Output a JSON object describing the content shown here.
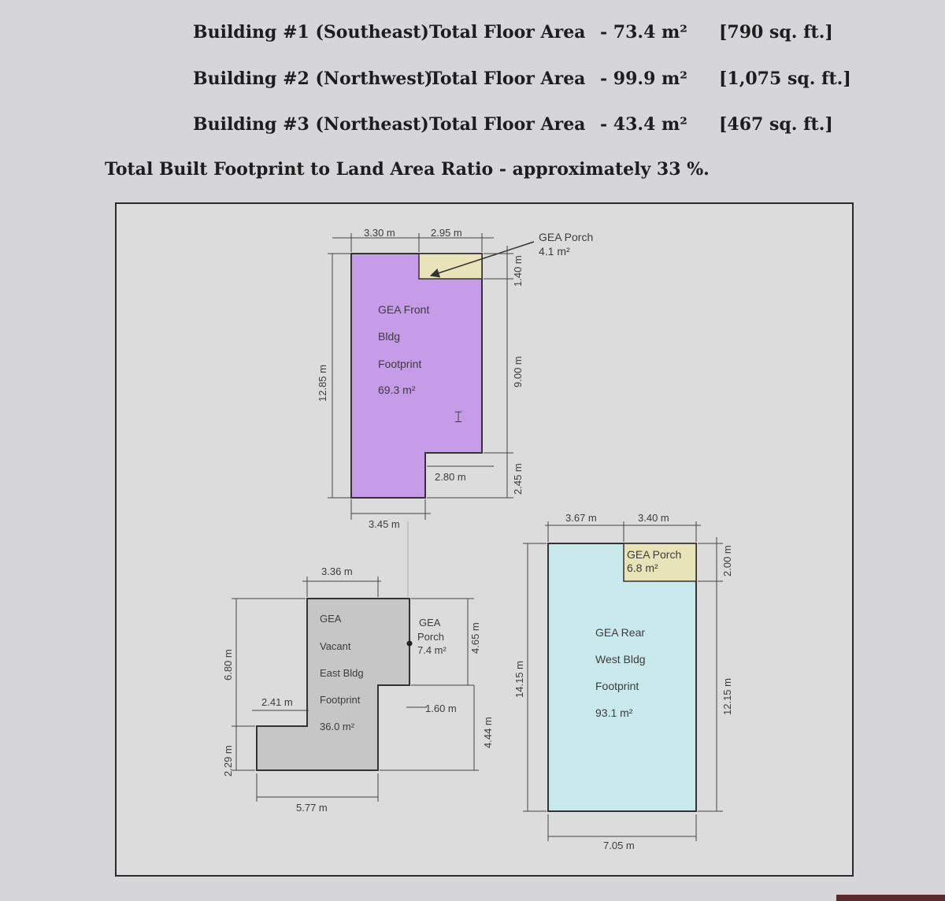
{
  "summary": {
    "rows": [
      {
        "building": "Building #1 (Southeast)",
        "label": "Total Floor Area",
        "metric": "- 73.4 m²",
        "imperial": "[790 sq. ft.]"
      },
      {
        "building": "Building #2 (Northwest)",
        "label": "Total Floor Area",
        "metric": "- 99.9 m²",
        "imperial": "[1,075 sq. ft.]"
      },
      {
        "building": "Building #3 (Northeast)",
        "label": "Total Floor Area",
        "metric": "- 43.4 m²",
        "imperial": "[467 sq. ft.]"
      }
    ],
    "ratio": "Total Built Footprint to Land Area Ratio - approximately 33 %."
  },
  "diagram": {
    "colors": {
      "front_building": "#c69be8",
      "porch": "#e8e3b8",
      "rear_building": "#c9e9ec",
      "east_building": "#c6c6c6",
      "line": "#333333"
    },
    "front": {
      "label_lines": [
        "GEA Front",
        "Bldg",
        "Footprint",
        "69.3 m²"
      ],
      "porch_label_lines": [
        "GEA Porch",
        "4.1 m²"
      ],
      "dims": {
        "top_left": "3.30 m",
        "top_right": "2.95 m",
        "porch_depth": "1.40 m",
        "right": "9.00 m",
        "left": "12.85 m",
        "notch_width": "2.80 m",
        "notch_depth": "2.45 m",
        "bottom": "3.45 m"
      }
    },
    "rear": {
      "label_lines": [
        "GEA Rear",
        "West Bldg",
        "Footprint",
        "93.1 m²"
      ],
      "porch_label_lines": [
        "GEA Porch",
        "6.8 m²"
      ],
      "dims": {
        "top_left": "3.67 m",
        "top_right": "3.40 m",
        "porch_depth": "2.00 m",
        "left": "14.15 m",
        "right": "12.15 m",
        "bottom": "7.05 m"
      }
    },
    "east": {
      "label_lines": [
        "GEA",
        "Vacant",
        "East Bldg",
        "Footprint",
        "36.0 m²"
      ],
      "porch_label_lines": [
        "GEA",
        "Porch",
        "7.4 m²"
      ],
      "dims": {
        "top": "3.36 m",
        "left_upper": "6.80 m",
        "left_lower": "2.29 m",
        "step": "2.41 m",
        "right_upper": "4.65 m",
        "right_step": "1.60 m",
        "right_lower": "4.44 m",
        "bottom": "5.77 m"
      }
    }
  }
}
